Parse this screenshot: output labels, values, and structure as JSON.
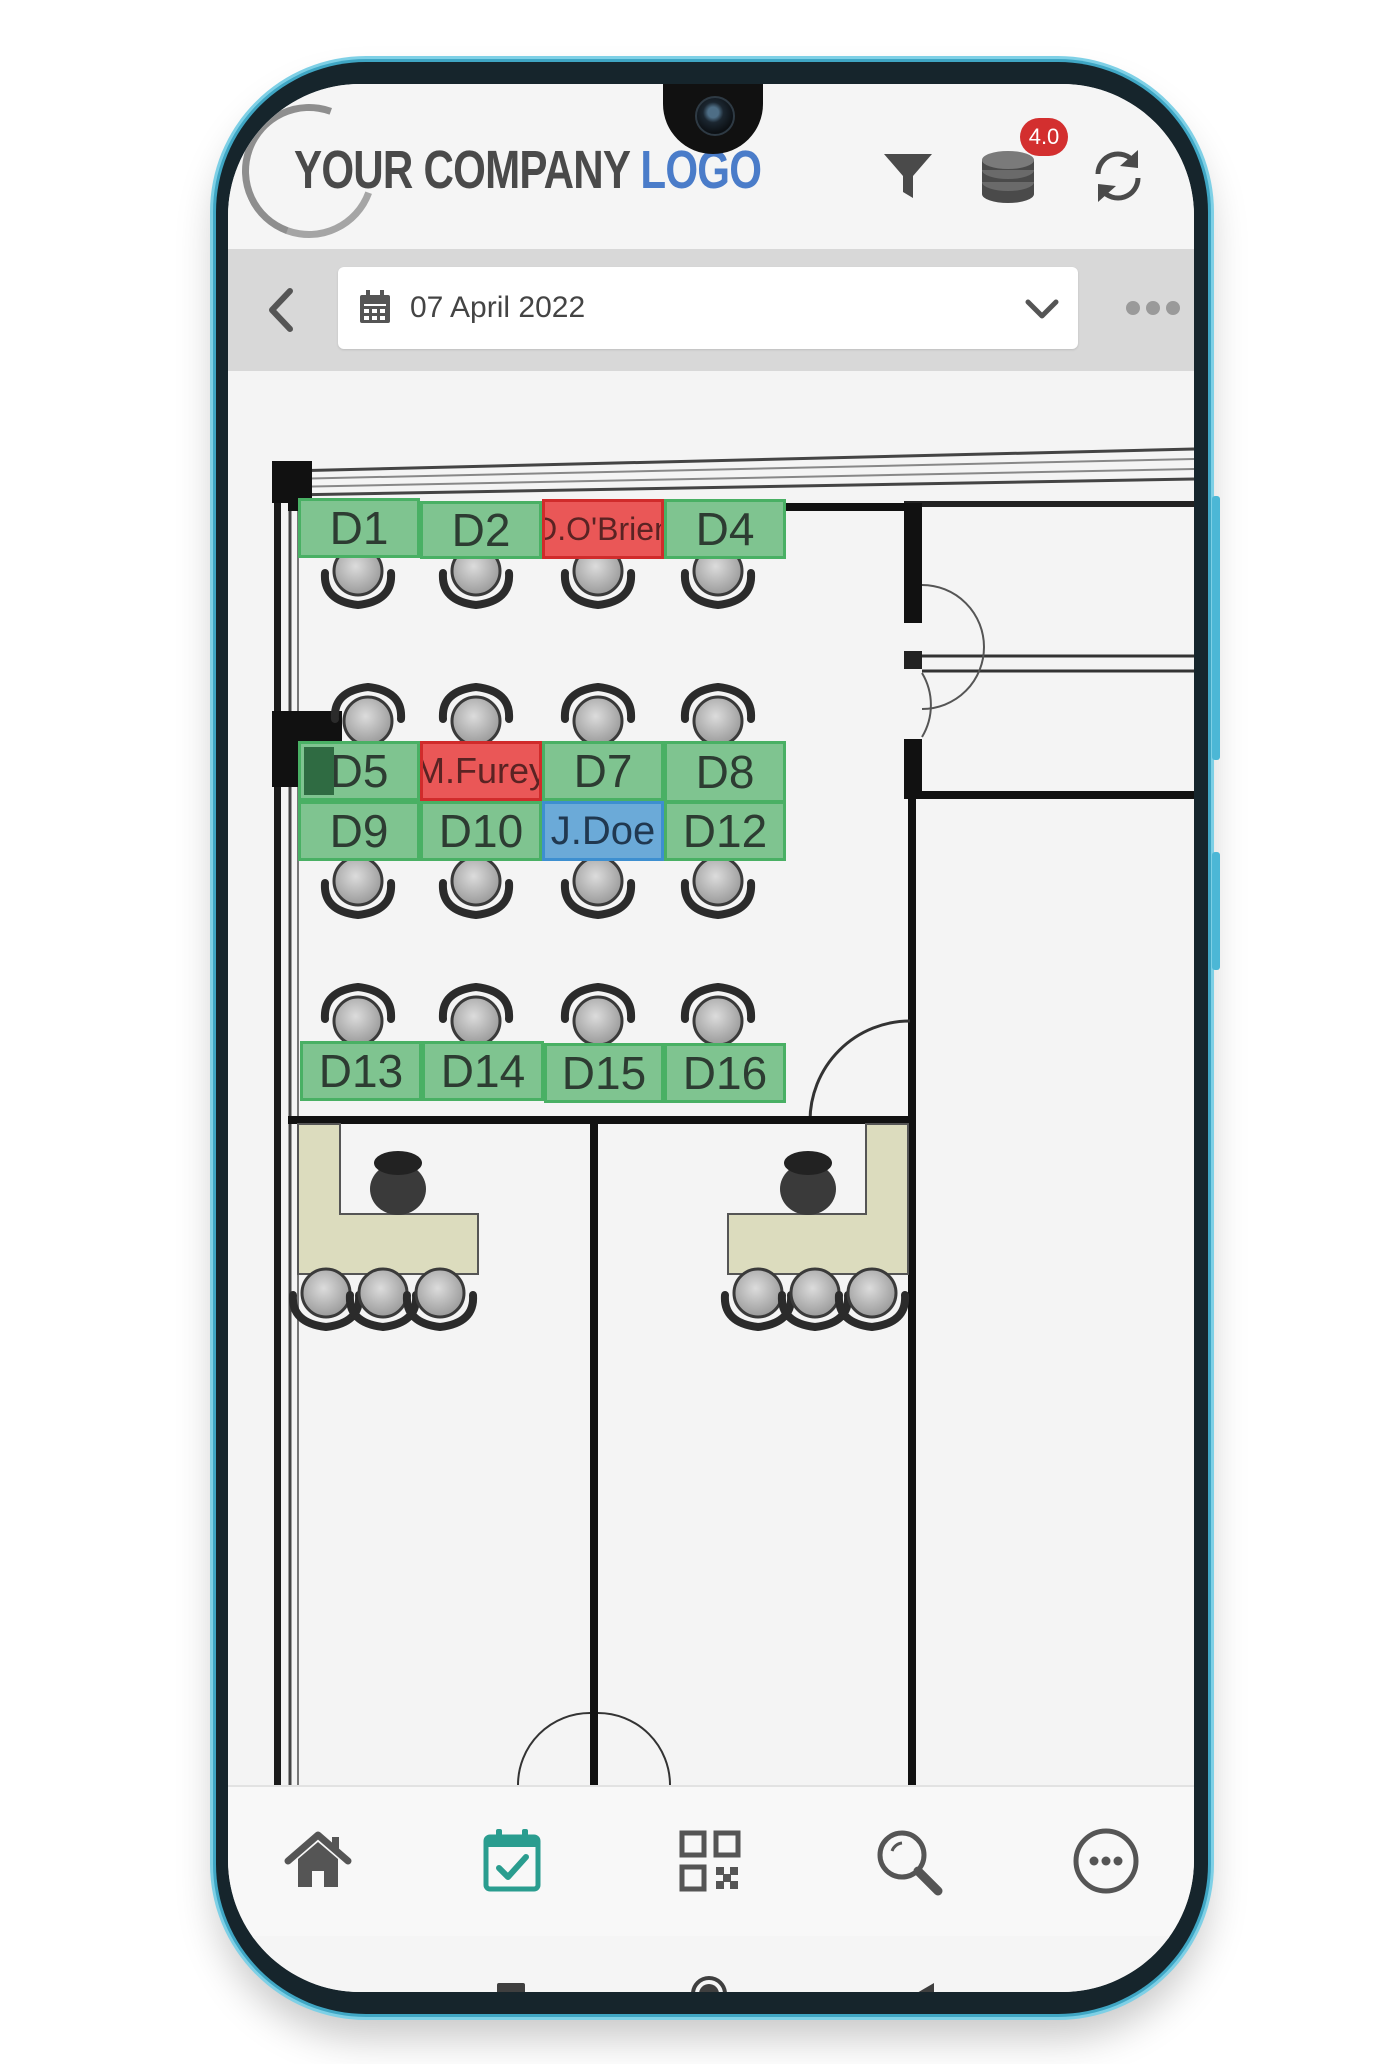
{
  "header": {
    "logo_part1": "YOUR COMPANY ",
    "logo_part2": "LOGO",
    "filter_icon": "filter-icon",
    "credits_icon": "coins-stack-icon",
    "credits_badge": "4.0",
    "refresh_icon": "refresh-icon"
  },
  "datebar": {
    "back_icon": "chevron-left-icon",
    "calendar_icon": "calendar-icon",
    "date_value": "07 April 2022",
    "dropdown_icon": "chevron-down-icon",
    "more_icon": "more-horizontal-icon"
  },
  "floorplan": {
    "desks": [
      {
        "id": "D1",
        "label": "D1",
        "status": "available"
      },
      {
        "id": "D2",
        "label": "D2",
        "status": "available"
      },
      {
        "id": "D3",
        "label": "D.O'Brien",
        "status": "occupied"
      },
      {
        "id": "D4",
        "label": "D4",
        "status": "available"
      },
      {
        "id": "D5",
        "label": "D5",
        "status": "available"
      },
      {
        "id": "D6",
        "label": "M.Furey",
        "status": "occupied"
      },
      {
        "id": "D7",
        "label": "D7",
        "status": "available"
      },
      {
        "id": "D8",
        "label": "D8",
        "status": "available"
      },
      {
        "id": "D9",
        "label": "D9",
        "status": "available"
      },
      {
        "id": "D10",
        "label": "D10",
        "status": "available"
      },
      {
        "id": "D11",
        "label": "J.Doe",
        "status": "mine"
      },
      {
        "id": "D12",
        "label": "D12",
        "status": "available"
      },
      {
        "id": "D13",
        "label": "D13",
        "status": "available"
      },
      {
        "id": "D14",
        "label": "D14",
        "status": "available"
      },
      {
        "id": "D15",
        "label": "D15",
        "status": "available"
      },
      {
        "id": "D16",
        "label": "D16",
        "status": "available"
      }
    ]
  },
  "nav": {
    "home_icon": "home-icon",
    "bookings_icon": "calendar-check-icon",
    "qr_icon": "qr-code-icon",
    "search_icon": "search-icon",
    "more_icon": "more-circle-icon"
  },
  "system": {
    "recents_icon": "square-icon",
    "home_icon": "circle-icon",
    "back_icon": "triangle-back-icon"
  },
  "colors": {
    "available": "#7fc490",
    "occupied": "#ea5757",
    "mine": "#6baad8",
    "accent": "#2a9d8f",
    "logo_blue": "#4a7cc9",
    "logo_gray": "#4a4a4a"
  }
}
